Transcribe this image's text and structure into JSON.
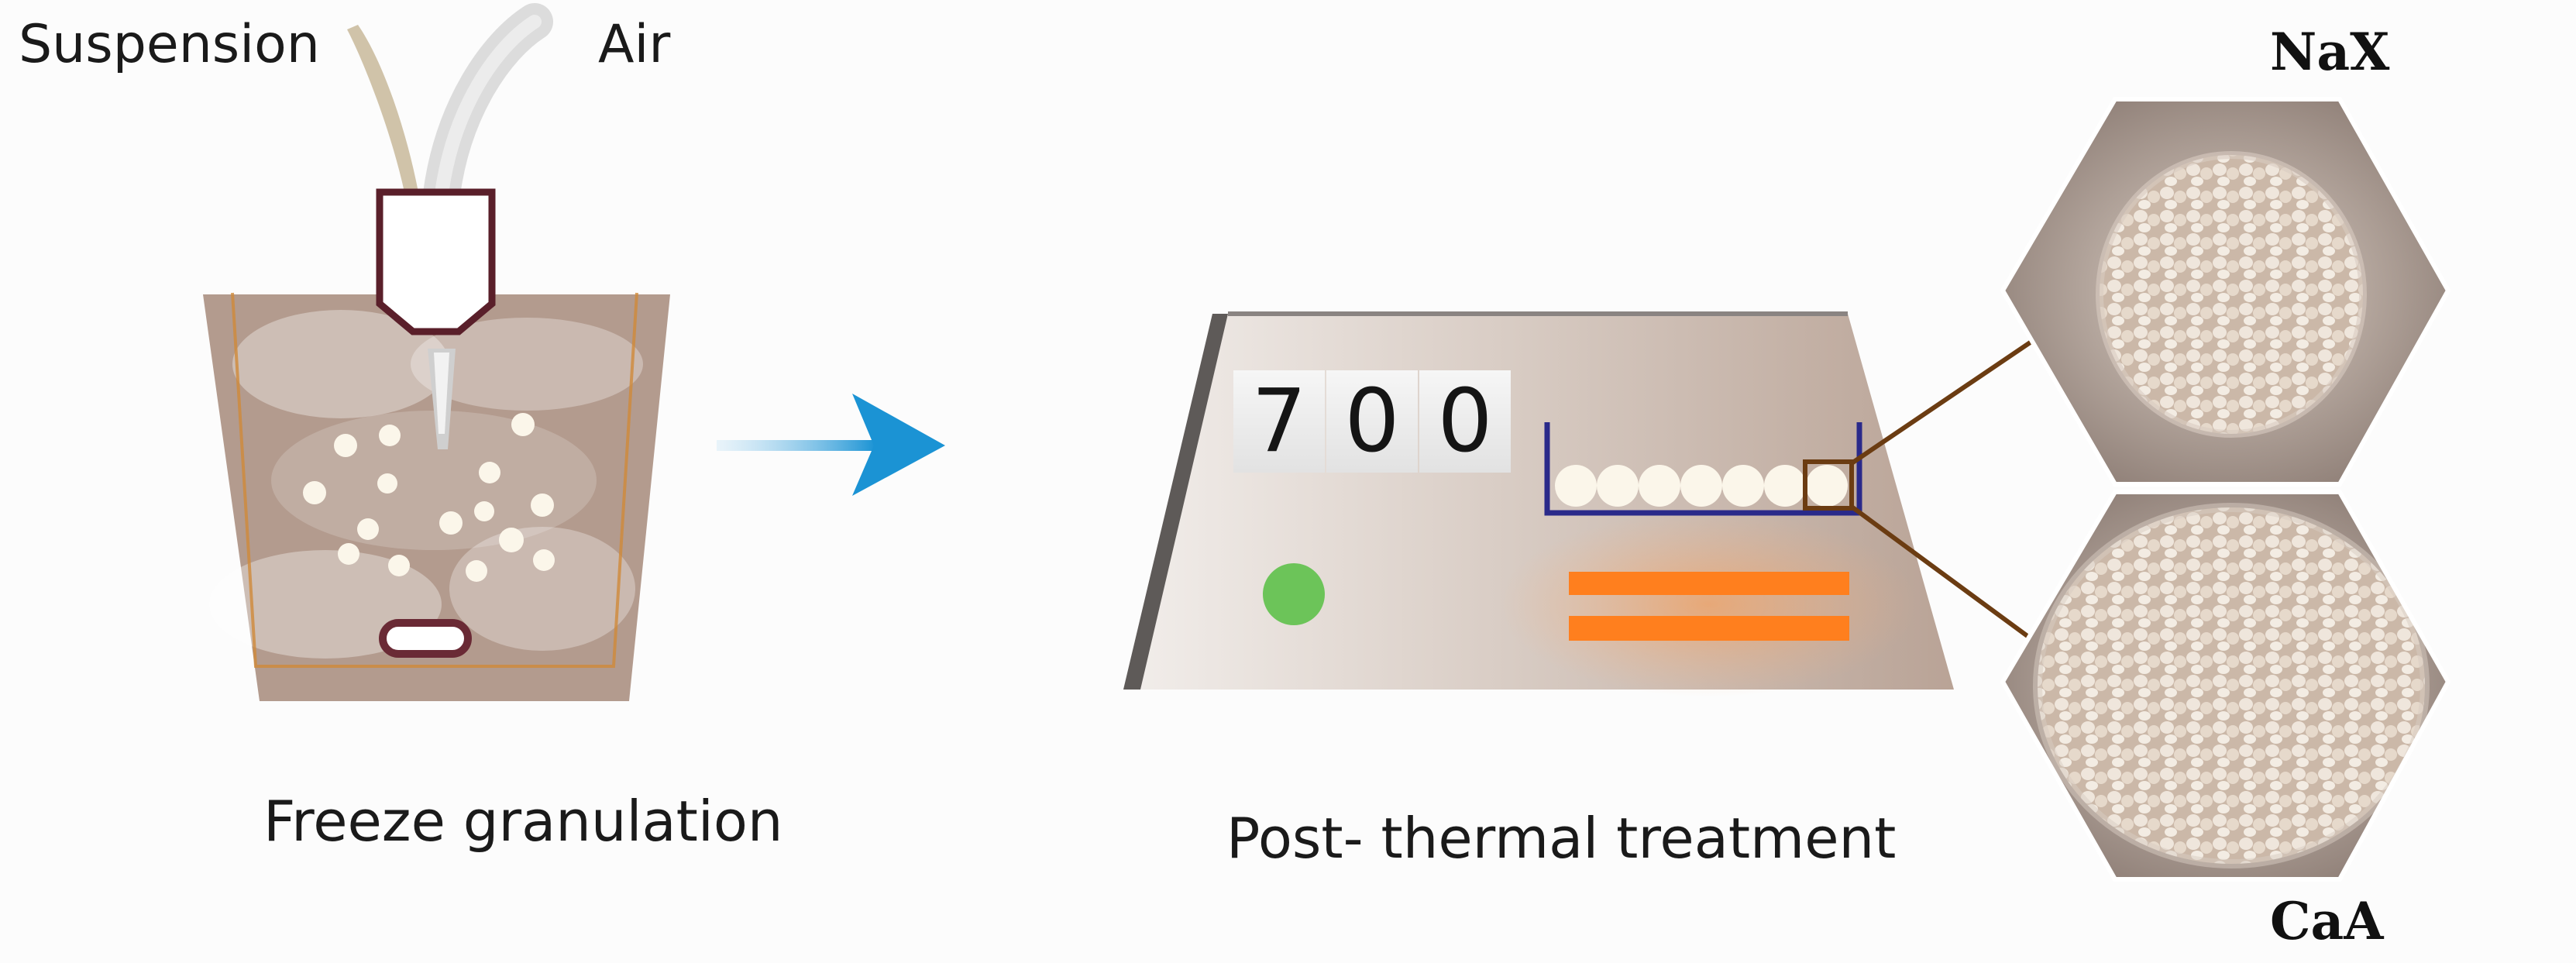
{
  "labels": {
    "suspension": "Suspension",
    "air": "Air",
    "freeze_granulation": "Freeze granulation",
    "post_thermal_treatment": "Post- thermal treatment",
    "nax": "NaX",
    "caa": "CaA"
  },
  "furnace": {
    "display_digits": [
      "7",
      "0",
      "0"
    ],
    "indicator_color": "#6cc459",
    "heater_color": "#ff7f1e"
  },
  "colors": {
    "vessel": "#b39b8e",
    "nozzle_outline": "#5a1f2a",
    "arrow": "#1b93d4",
    "tray_outline": "#2a2a8a",
    "zoom_line": "#6b3c12"
  }
}
